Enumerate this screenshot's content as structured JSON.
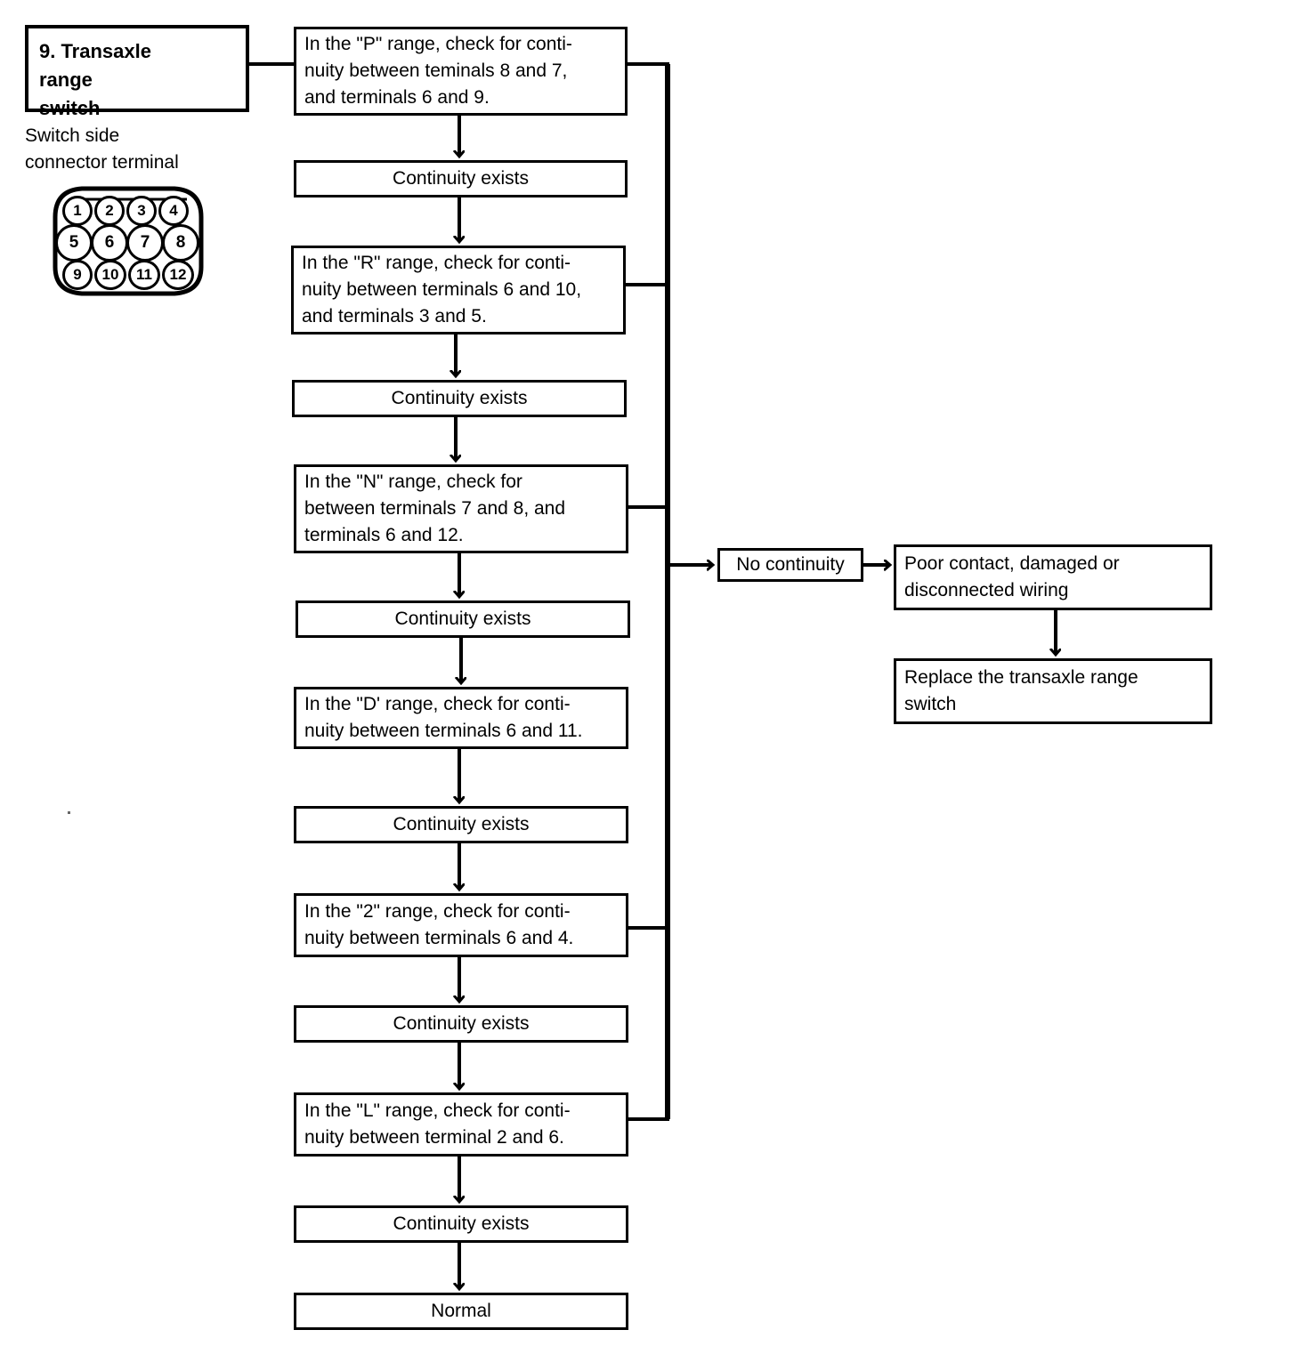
{
  "title_box": {
    "label": "9. Transaxle\n    range\n    switch"
  },
  "connector": {
    "caption": "Switch side\nconnector terminal",
    "pins_row1": [
      "1",
      "2",
      "3",
      "4"
    ],
    "pins_row2": [
      "5",
      "6",
      "7",
      "8"
    ],
    "pins_row3": [
      "9",
      "10",
      "11",
      "12"
    ]
  },
  "flow": {
    "steps": [
      {
        "id": "p-check",
        "text": "In the \"P\" range, check for conti-\nnuity between teminals 8 and 7,\nand terminals 6 and 9."
      },
      {
        "id": "p-ok",
        "text": "Continuity exists"
      },
      {
        "id": "r-check",
        "text": "In the \"R\" range, check for conti-\nnuity between terminals 6 and 10,\nand terminals 3 and 5."
      },
      {
        "id": "r-ok",
        "text": "Continuity exists"
      },
      {
        "id": "n-check",
        "text": "In the \"N\" range, check for\nbetween terminals 7 and 8, and\nterminals 6 and 12."
      },
      {
        "id": "n-ok",
        "text": "Continuity exists"
      },
      {
        "id": "d-check",
        "text": "In the \"D' range, check for conti-\nnuity between terminals 6 and 11."
      },
      {
        "id": "d-ok",
        "text": "Continuity exists"
      },
      {
        "id": "two-check",
        "text": "In the \"2\" range, check for conti-\nnuity between terminals 6 and 4."
      },
      {
        "id": "two-ok",
        "text": "Continuity exists"
      },
      {
        "id": "l-check",
        "text": "In the \"L\" range, check for conti-\nnuity between terminal 2 and 6."
      },
      {
        "id": "l-ok",
        "text": "Continuity exists"
      },
      {
        "id": "normal",
        "text": "Normal"
      }
    ]
  },
  "fault_branch": {
    "no_continuity": "No continuity",
    "poor_contact": "Poor contact, damaged or\ndisconnected wiring",
    "replace": "Replace the transaxle range\nswitch"
  },
  "colors": {
    "stroke": "#000000",
    "background": "#ffffff"
  }
}
